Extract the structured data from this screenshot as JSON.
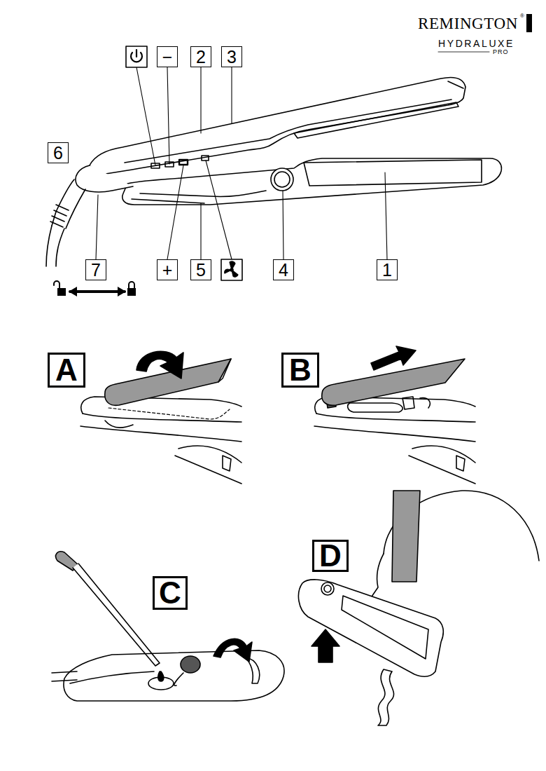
{
  "diagram": {
    "nodes": [
      {
        "text": [
          "−"
        ]
      },
      {
        "text": [
          "2"
        ]
      },
      {
        "text": [
          "3"
        ]
      },
      {
        "text": [
          "6"
        ]
      },
      {
        "text": [
          "7"
        ]
      },
      {
        "text": [
          "+"
        ]
      },
      {
        "text": [
          "5"
        ]
      },
      {
        "text": [
          "4"
        ]
      },
      {
        "text": [
          "1"
        ]
      },
      {
        "text": [
          "A"
        ]
      },
      {
        "text": [
          "B"
        ]
      },
      {
        "text": [
          "C"
        ]
      },
      {
        "text": [
          "D"
        ]
      }
    ],
    "labels": [
      "REMINGTON",
      "®",
      "HYDRALUXE",
      "PRO"
    ]
  }
}
